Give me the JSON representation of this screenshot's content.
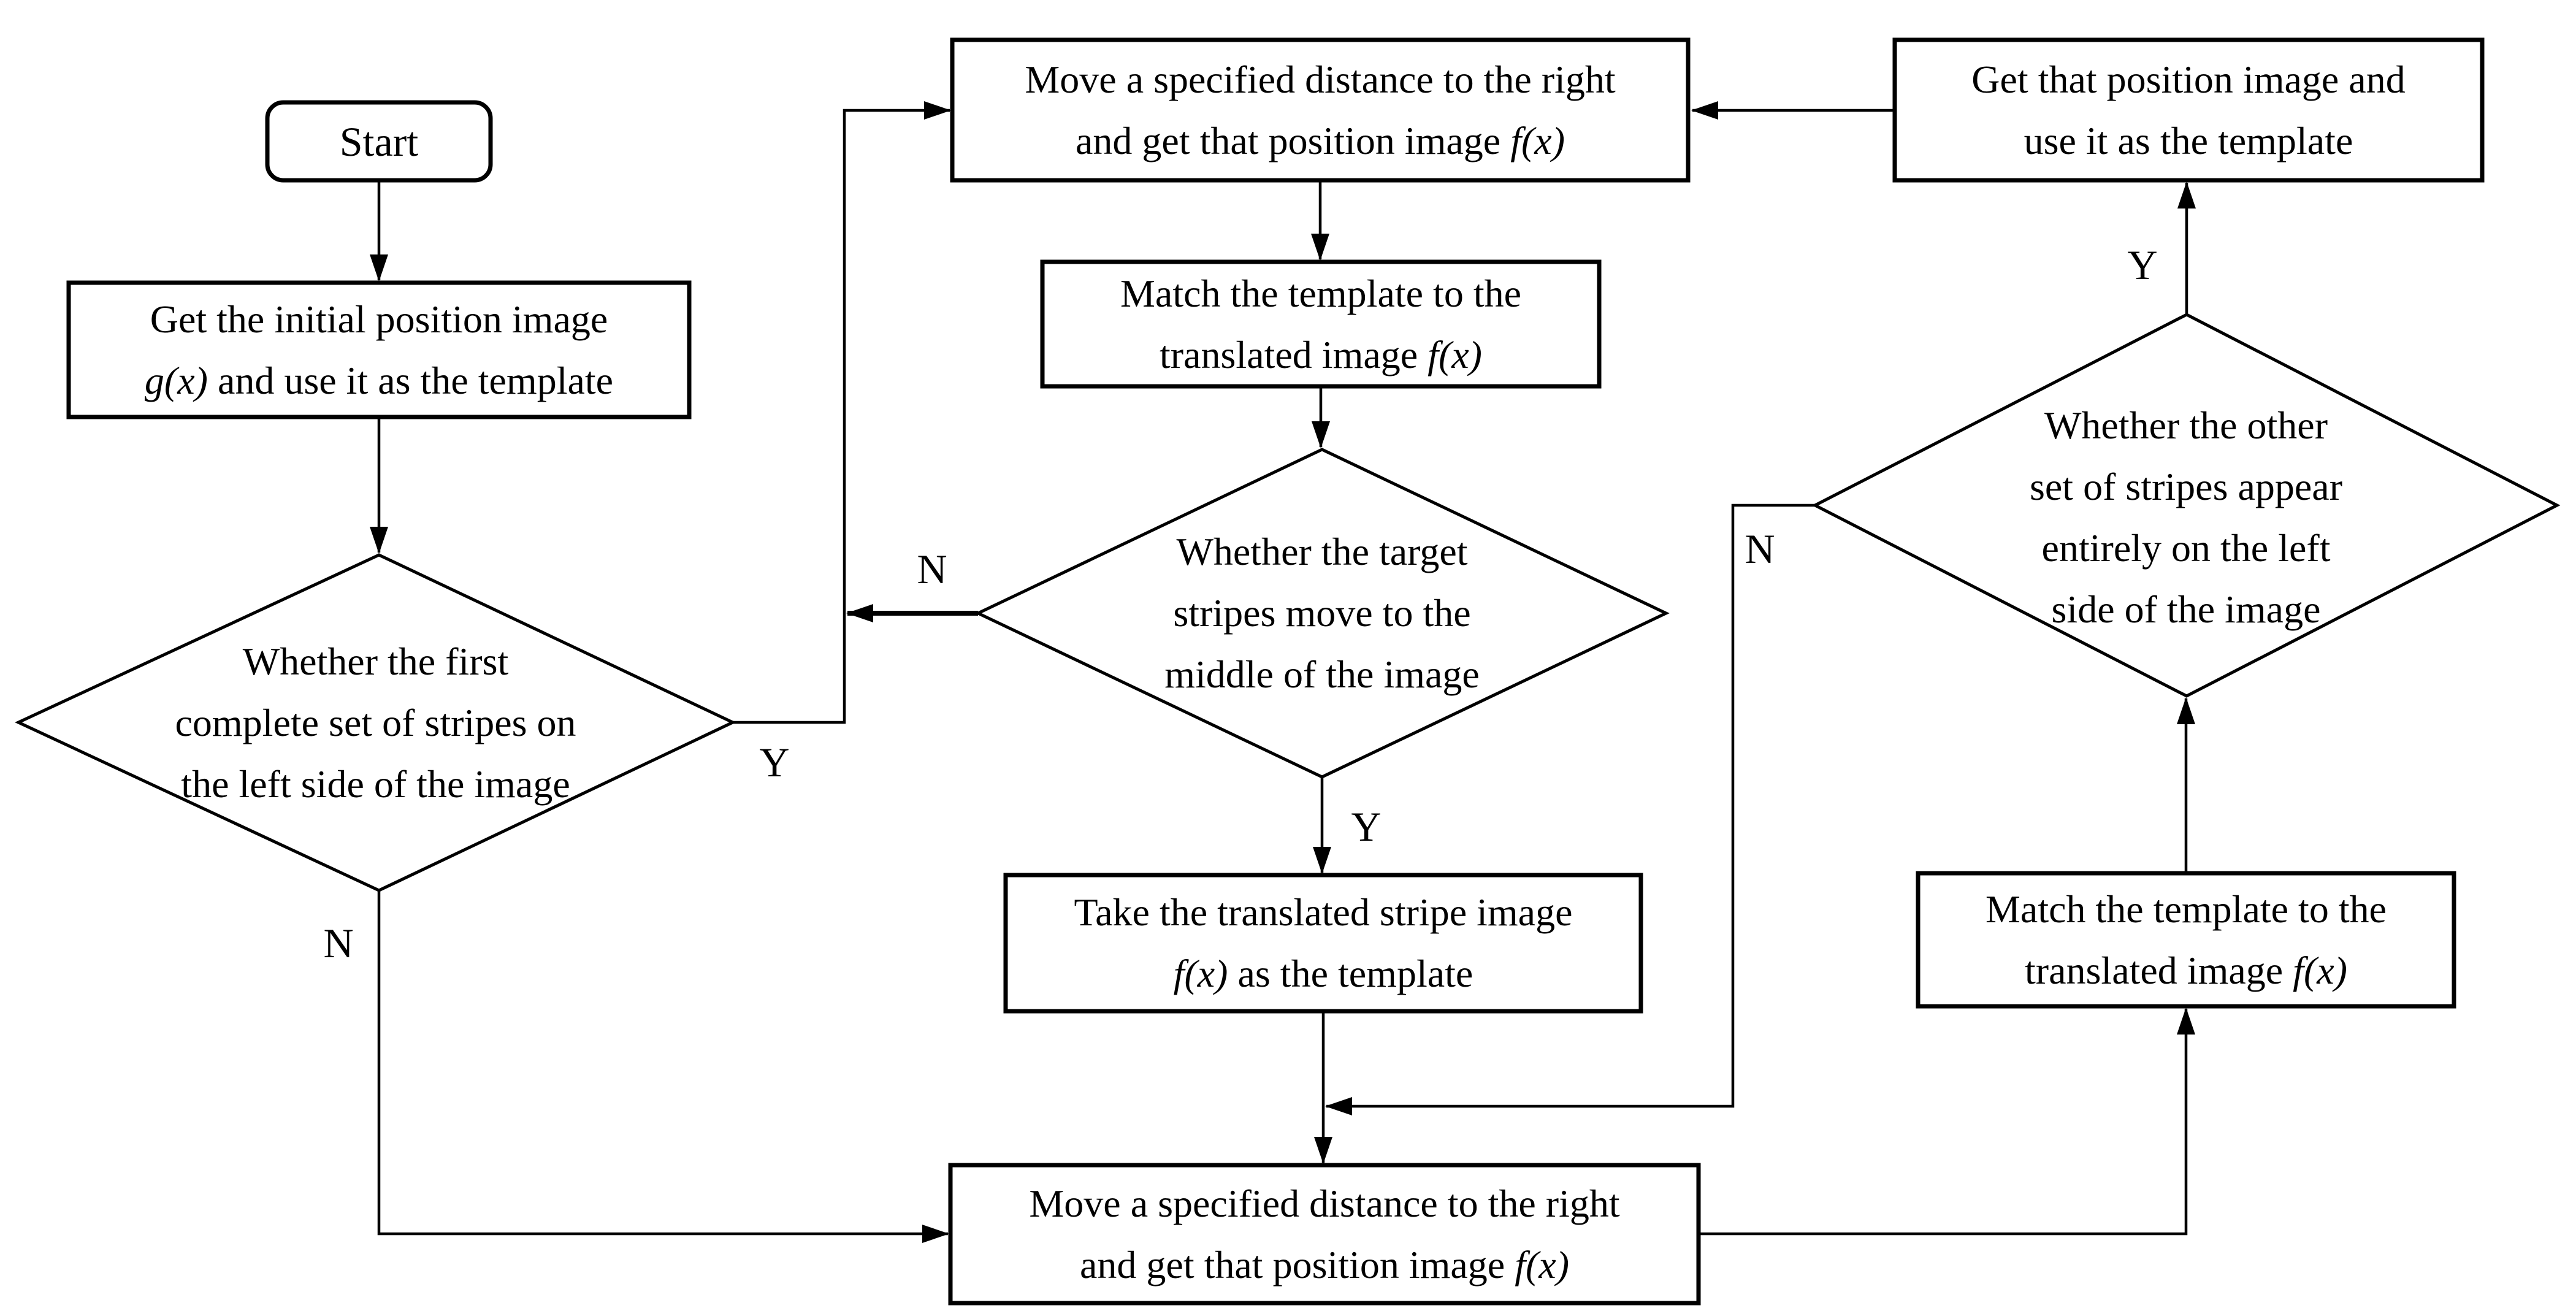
{
  "figure": {
    "kind": "flowchart",
    "background_color": "#ffffff",
    "line_color": "#000000",
    "text_color": "#000000"
  },
  "nodes": {
    "start": {
      "label": "Start"
    },
    "get_initial": {
      "lines": [
        {
          "text": "Get the initial position image"
        },
        {
          "math": "g(x)",
          "text": " and use it as the template"
        }
      ]
    },
    "move_right_top": {
      "lines": [
        {
          "text": "Move a specified distance to the right"
        },
        {
          "text": "and get that position image ",
          "math": "f(x)"
        }
      ]
    },
    "match_template_mid": {
      "lines": [
        {
          "text": "Match the template to the"
        },
        {
          "text": "translated image ",
          "math": "f(x)"
        }
      ]
    },
    "decision_first_stripes": {
      "lines": [
        "Whether the first",
        "complete set of stripes on",
        "the left side of the image"
      ]
    },
    "decision_target_middle": {
      "lines": [
        "Whether the target",
        "stripes move to the",
        "middle of the image"
      ]
    },
    "take_translated": {
      "lines": [
        {
          "text": "Take the translated stripe image"
        },
        {
          "math": "f(x)",
          "text": " as the template"
        }
      ]
    },
    "move_right_bottom": {
      "lines": [
        {
          "text": "Move a specified distance to the right"
        },
        {
          "text": "and get that position image ",
          "math": "f(x)"
        }
      ]
    },
    "get_position_right": {
      "lines": [
        {
          "text": "Get that position image and"
        },
        {
          "text": "use it as the template"
        }
      ]
    },
    "decision_other_stripes": {
      "lines": [
        "Whether the other",
        "set of stripes appear",
        "entirely on the left",
        "side of the image"
      ]
    },
    "match_template_right": {
      "lines": [
        {
          "text": "Match the template to the"
        },
        {
          "text": "translated image ",
          "math": "f(x)"
        }
      ]
    }
  },
  "branches": {
    "left_yes": "Y",
    "left_no": "N",
    "mid_yes": "Y",
    "mid_no": "N",
    "right_yes": "Y",
    "right_no": "N"
  }
}
